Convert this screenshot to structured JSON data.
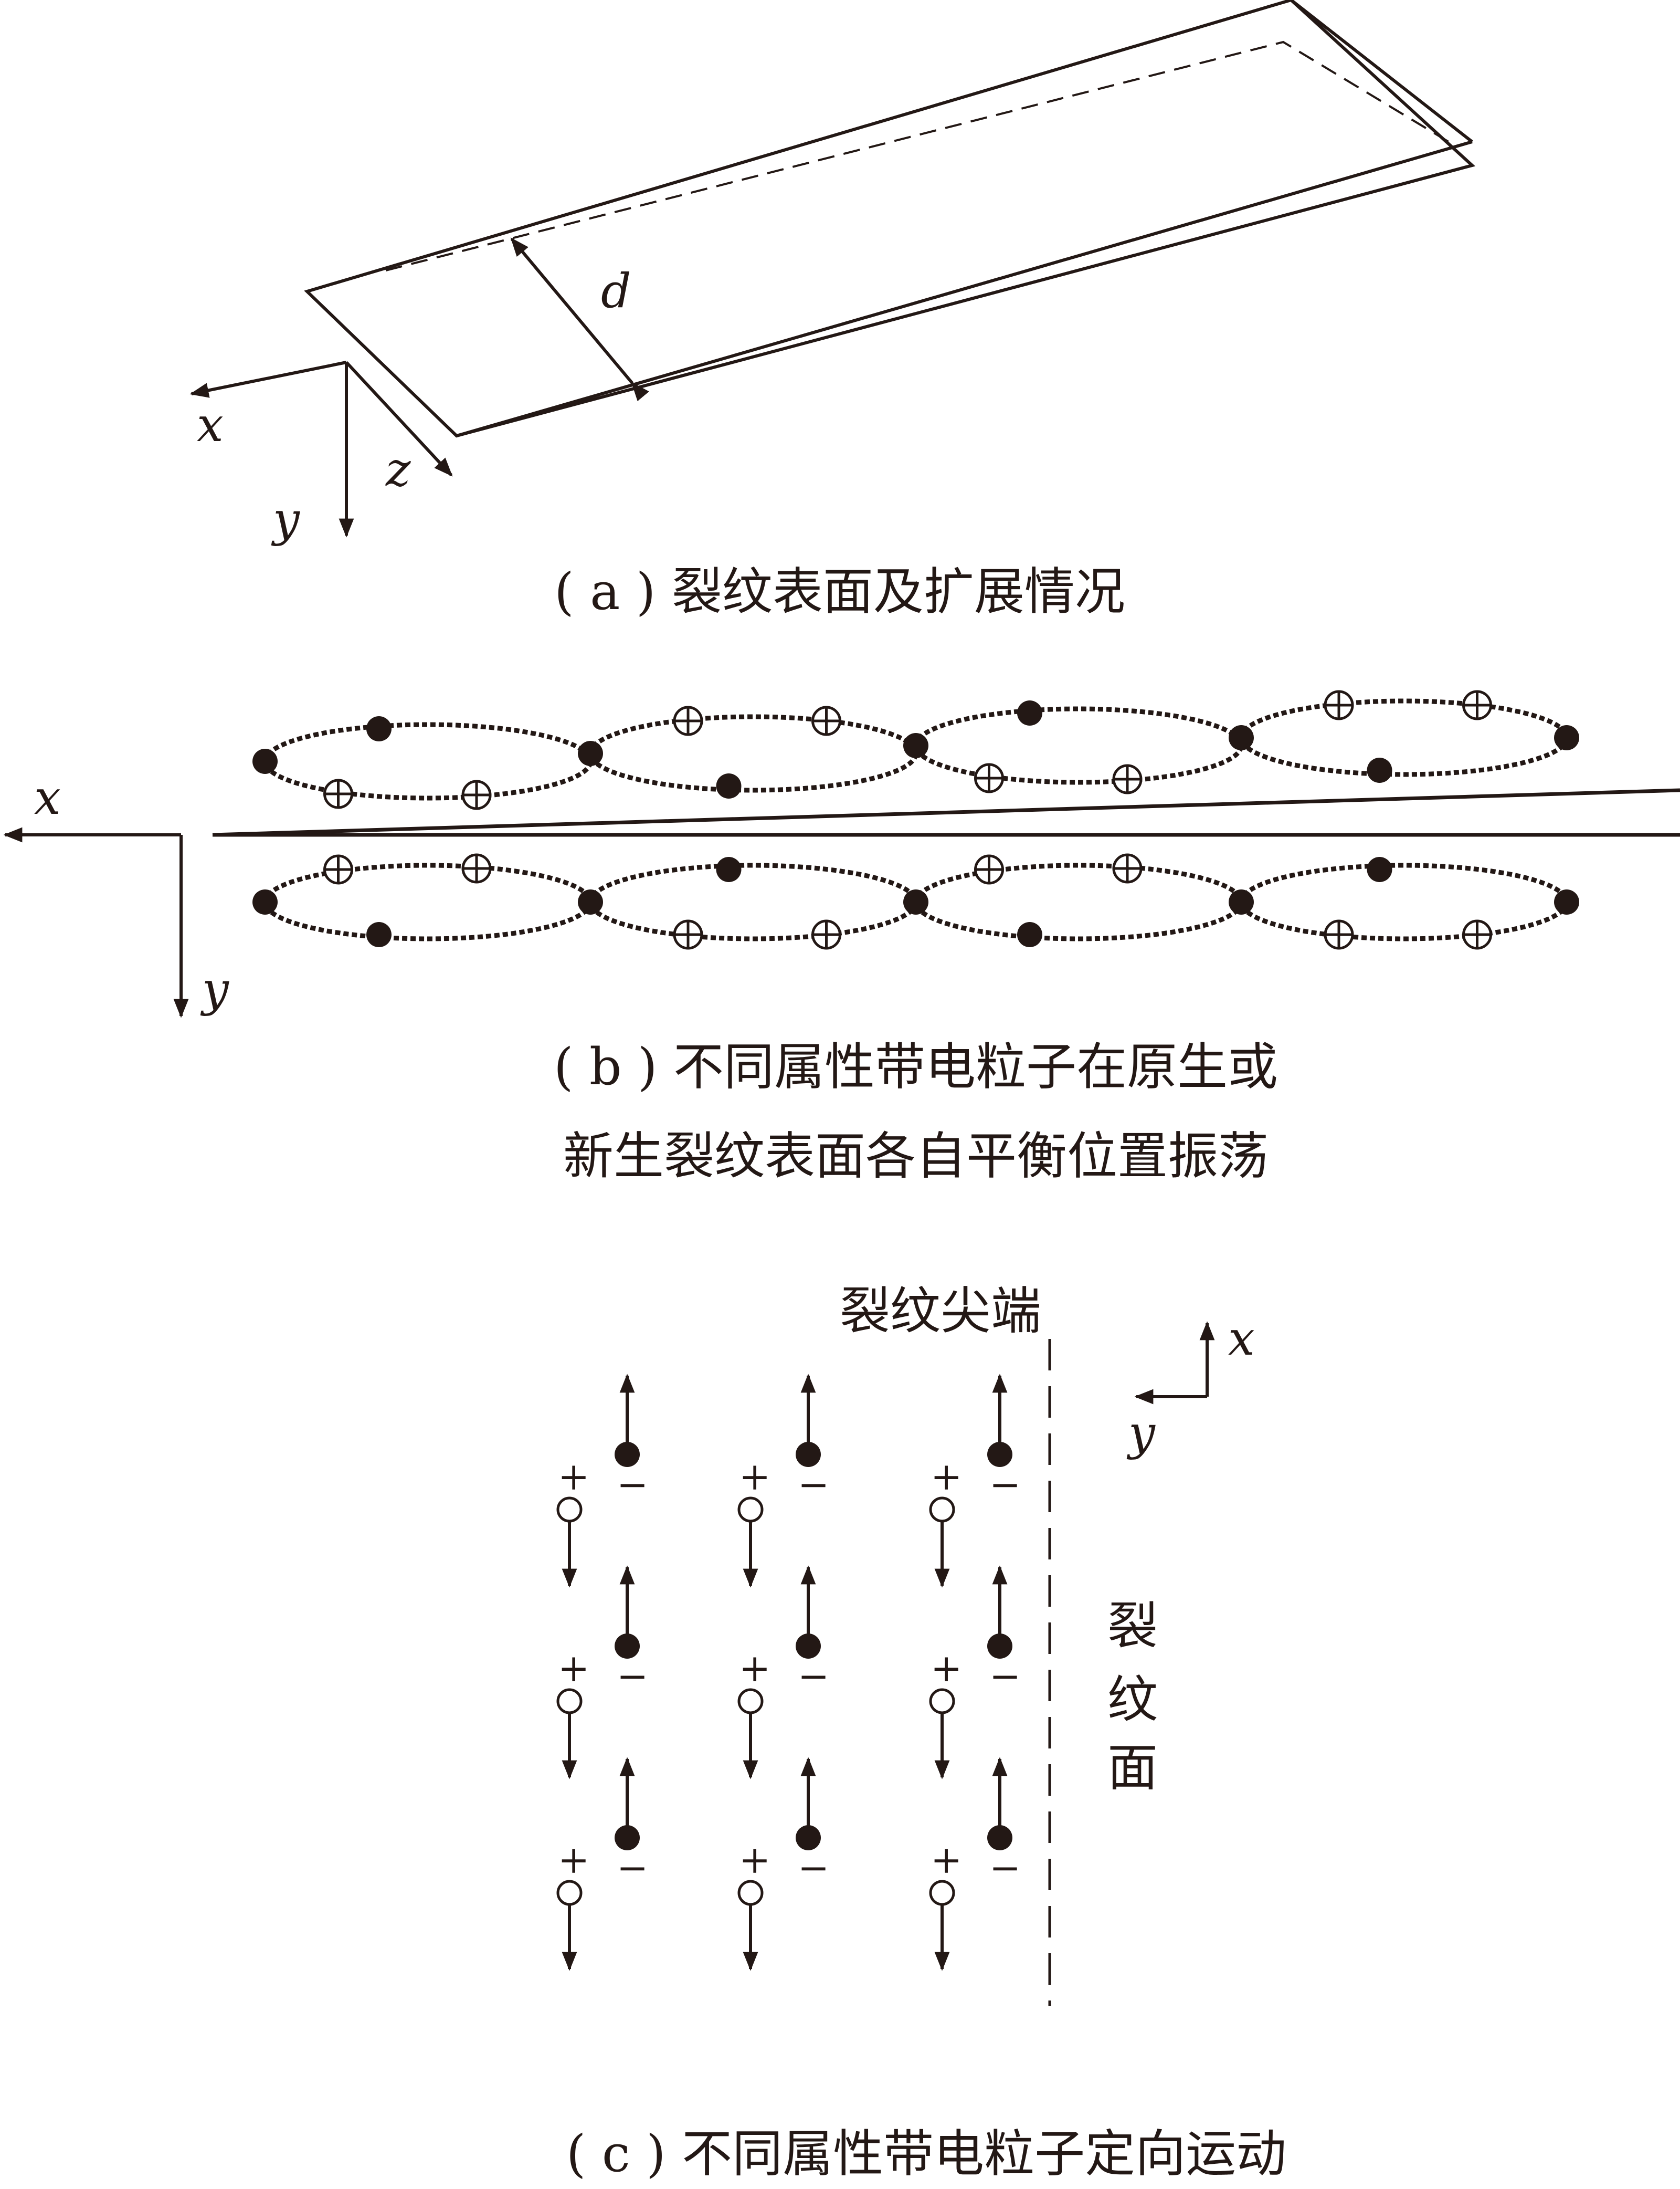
{
  "panel_a": {
    "label_d": "d",
    "axis_x": "x",
    "axis_y": "y",
    "axis_z": "z",
    "caption": "( a ) 裂纹表面及扩展情况"
  },
  "panel_b": {
    "axis_x": "x",
    "axis_y": "y",
    "caption_line1": "( b ) 不同属性带电粒子在原生或",
    "caption_line2": "新生裂纹表面各自平衡位置振荡"
  },
  "panel_c": {
    "crack_tip_label": "裂纹尖端",
    "crack_face_chars": [
      "裂",
      "纹",
      "面"
    ],
    "axis_x": "x",
    "axis_y": "y",
    "plus_sign": "+",
    "minus_sign": "−",
    "caption": "( c ) 不同属性带电粒子定向运动"
  },
  "colors": {
    "ink": "#231815",
    "background": "#ffffff"
  }
}
